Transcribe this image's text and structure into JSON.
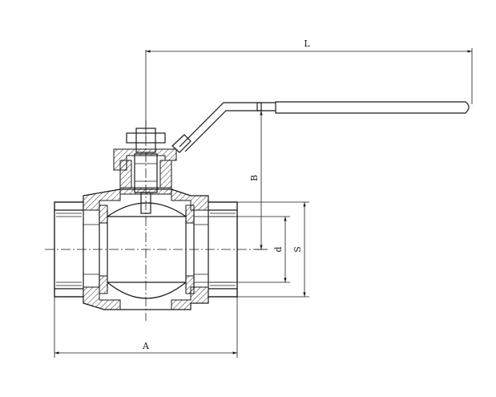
{
  "dimensions": {
    "L": "L",
    "B": "B",
    "d": "d",
    "S": "S",
    "A": "A"
  }
}
